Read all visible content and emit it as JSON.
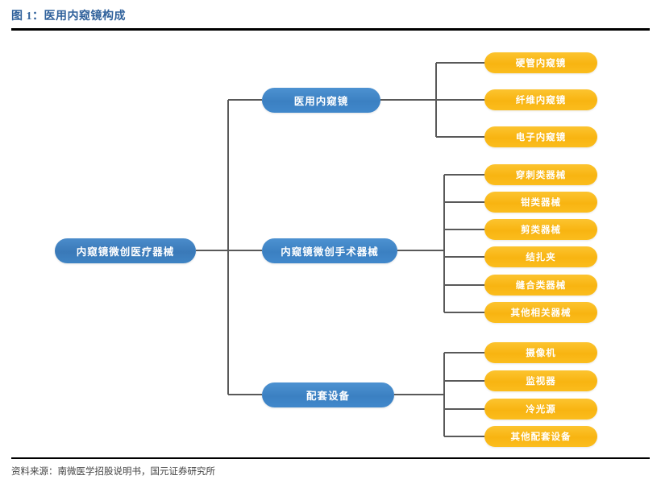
{
  "figure": {
    "title": "图 1：医用内窥镜构成",
    "source": "资料来源：南微医学招股说明书，国元证券研究所",
    "colors": {
      "title_blue": "#31629C",
      "node_blue": "#3E86C8",
      "leaf_orange": "#F9B718",
      "connector_gray": "#595959",
      "rule_black": "#000000",
      "node_text": "#FFFFFF"
    }
  },
  "chart_data": {
    "type": "diagram",
    "title": "图 1：医用内窥镜构成",
    "root": "内窥镜微创医疗器械",
    "branches": [
      {
        "label": "医用内窥镜",
        "children": [
          "硬管内窥镜",
          "纤维内窥镜",
          "电子内窥镜"
        ]
      },
      {
        "label": "内窥镜微创手术器械",
        "children": [
          "穿刺类器械",
          "钳类器械",
          "剪类器械",
          "结扎夹",
          "缝合类器械",
          "其他相关器械"
        ]
      },
      {
        "label": "配套设备",
        "children": [
          "摄像机",
          "监视器",
          "冷光源",
          "其他配套设备"
        ]
      }
    ]
  },
  "nodes": {
    "root": "内窥镜微创医疗器械",
    "branch_1": "医用内窥镜",
    "branch_2": "内窥镜微创手术器械",
    "branch_3": "配套设备",
    "b1_leaf_1": "硬管内窥镜",
    "b1_leaf_2": "纤维内窥镜",
    "b1_leaf_3": "电子内窥镜",
    "b2_leaf_1": "穿刺类器械",
    "b2_leaf_2": "钳类器械",
    "b2_leaf_3": "剪类器械",
    "b2_leaf_4": "结扎夹",
    "b2_leaf_5": "缝合类器械",
    "b2_leaf_6": "其他相关器械",
    "b3_leaf_1": "摄像机",
    "b3_leaf_2": "监视器",
    "b3_leaf_3": "冷光源",
    "b3_leaf_4": "其他配套设备"
  }
}
